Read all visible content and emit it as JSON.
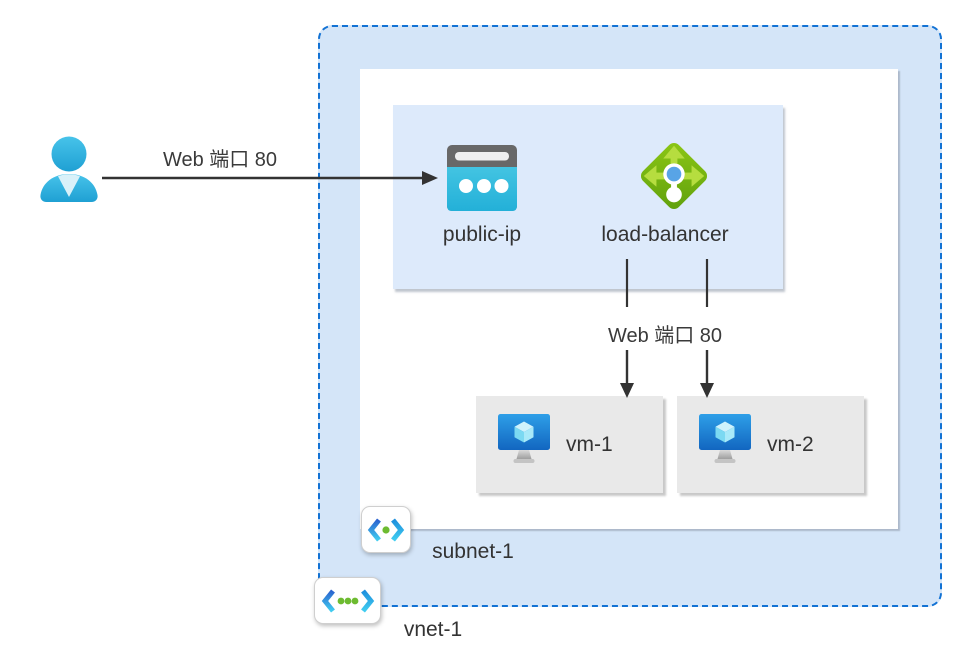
{
  "diagram": {
    "user": {
      "type": "person"
    },
    "external_arrow": {
      "label": "Web 端口 80"
    },
    "vnet": {
      "name": "vnet-1",
      "subnet": {
        "name": "subnet-1",
        "frontend": {
          "public_ip": {
            "name": "public-ip"
          },
          "load_balancer": {
            "name": "load-balancer"
          }
        },
        "internal_arrows": {
          "label": "Web 端口 80"
        },
        "vms": [
          {
            "name": "vm-1"
          },
          {
            "name": "vm-2"
          }
        ]
      }
    }
  },
  "colors": {
    "vnet_fill": "#d4e5f8",
    "vnet_border": "#1272d4",
    "subnet_fill": "#ffffff",
    "frontend_fill": "#ddeafb",
    "vm_box_fill": "#e9e9e9",
    "arrow": "#333333",
    "text": "#3a3a3a",
    "public_ip_cyan": "#2fb9db",
    "load_balancer_green": "#76b40f",
    "vm_blue": "#1470c8",
    "user_cyan": "#30b4e0",
    "subnet_dot_green": "#6dbb30"
  }
}
